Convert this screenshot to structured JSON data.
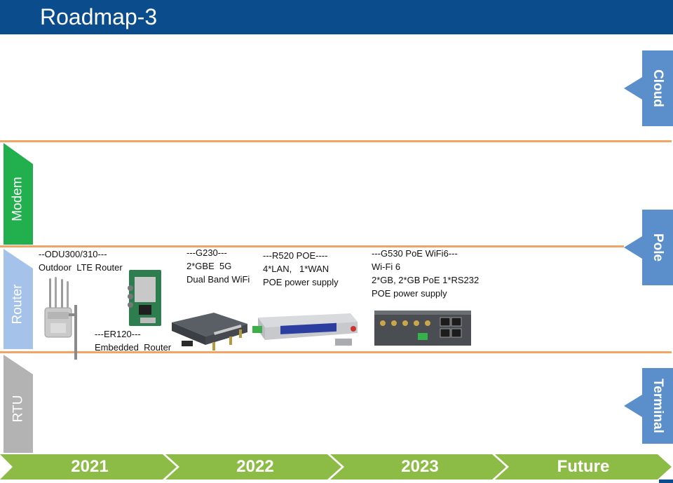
{
  "header": {
    "title": "Roadmap-3"
  },
  "tiers": [
    {
      "label": "Modem",
      "color": "#22b04e"
    },
    {
      "label": "Router",
      "color": "#a5c2ea"
    },
    {
      "label": "RTU",
      "color": "#b3b3b3"
    }
  ],
  "side_tabs": [
    {
      "label": "Cloud",
      "color": "#5b8fcb"
    },
    {
      "label": "Pole",
      "color": "#5b8fcb"
    },
    {
      "label": "Terminal",
      "color": "#5b8fcb"
    }
  ],
  "products": {
    "odu": {
      "lines": [
        "--ODU300/310---",
        "Outdoor  LTE Router"
      ]
    },
    "er120": {
      "lines": [
        "---ER120---",
        "Embedded  Router"
      ]
    },
    "g230": {
      "lines": [
        "---G230---",
        "2*GBE  5G",
        "Dual Band WiFi"
      ]
    },
    "r520": {
      "lines": [
        "---R520 POE----",
        "4*LAN,   1*WAN",
        "POE power supply"
      ]
    },
    "g530": {
      "lines": [
        "---G530 PoE WiFi6---",
        "Wi-Fi 6",
        "2*GB, 2*GB PoE 1*RS232",
        "POE power supply"
      ]
    }
  },
  "timeline": {
    "color": "#8cbb46",
    "years": [
      "2021",
      "2022",
      "2023",
      "Future"
    ]
  }
}
